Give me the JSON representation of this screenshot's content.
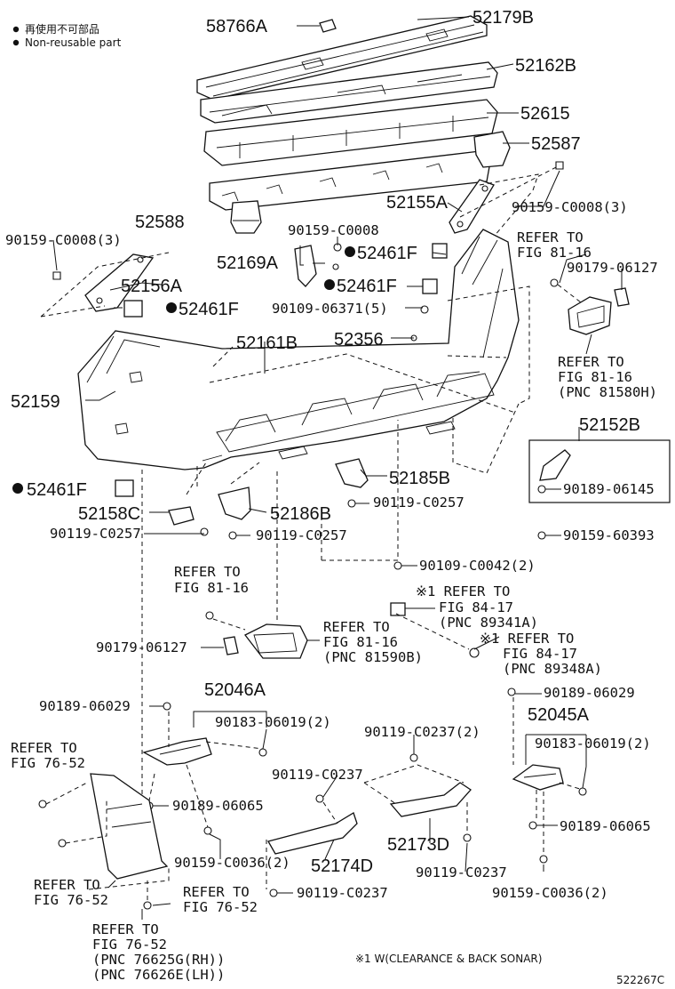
{
  "legend": {
    "line1": "再使用不可部品",
    "line2": "Non-reusable part"
  },
  "labels": {
    "p58766A": "58766A",
    "p52179B": "52179B",
    "p52162B": "52162B",
    "p52615": "52615",
    "p52587": "52587",
    "p52155A": "52155A",
    "p90159_C0008_3_r": "90159-C0008(3)",
    "p52588": "52588",
    "p90159_C0008": "90159-C0008",
    "p90159_C0008_3_l": "90159-C0008(3)",
    "p52169A": "52169A",
    "p52461F_a": "52461F",
    "p52461F_b": "52461F",
    "p52461F_c": "52461F",
    "p52461F_d": "52461F",
    "p52156A": "52156A",
    "p90109_06371_5": "90109-06371(5)",
    "p52356": "52356",
    "p52161B": "52161B",
    "p52159": "52159",
    "p90179_06127_r": "90179-06127",
    "p52152B": "52152B",
    "p90189_06145": "90189-06145",
    "p52185B": "52185B",
    "p90119_C0257_a": "90119-C0257",
    "p52158C": "52158C",
    "p52186B": "52186B",
    "p90119_C0257_b": "90119-C0257",
    "p90119_C0257_c": "90119-C0257",
    "p90159_60393": "90159-60393",
    "p90109_C0042_2": "90109-C0042(2)",
    "p90179_06127_l": "90179-06127",
    "p52046A": "52046A",
    "p90189_06029_l": "90189-06029",
    "p90183_06019_2_l": "90183-06019(2)",
    "p90189_06029_r": "90189-06029",
    "p52045A": "52045A",
    "p90183_06019_2_r": "90183-06019(2)",
    "p90119_C0237_2": "90119-C0237(2)",
    "p90119_C0237_a": "90119-C0237",
    "p90189_06065_l": "90189-06065",
    "p90189_06065_r": "90189-06065",
    "p90159_C0036_2_l": "90159-C0036(2)",
    "p52174D": "52174D",
    "p52173D": "52173D",
    "p90119_C0237_b": "90119-C0237",
    "p90159_C0036_2_r": "90159-C0036(2)",
    "p90119_C0237_c": "90119-C0237",
    "p52615_dummy": ""
  },
  "refs": {
    "r_81_16_top_1": "REFER TO",
    "r_81_16_top_2": "FIG 81-16",
    "r_81_16_mid_1": "REFER TO",
    "r_81_16_mid_2": "FIG 81-16",
    "r_81_16_mid_3": "(PNC 81580H)",
    "r_81_16_left_1": "REFER TO",
    "r_81_16_left_2": "FIG 81-16",
    "r_81_16_lamp_1": "REFER TO",
    "r_81_16_lamp_2": "FIG 81-16",
    "r_81_16_lamp_3": "(PNC 81590B)",
    "r_84_17_a_1": "※1 REFER TO",
    "r_84_17_a_2": "FIG 84-17",
    "r_84_17_a_3": "(PNC 89341A)",
    "r_84_17_b_1": "※1 REFER TO",
    "r_84_17_b_2": "FIG 84-17",
    "r_84_17_b_3": "(PNC 89348A)",
    "r_76_52_a_1": "REFER TO",
    "r_76_52_a_2": "FIG 76-52",
    "r_76_52_b_1": "REFER TO",
    "r_76_52_b_2": "FIG 76-52",
    "r_76_52_c_1": "REFER TO",
    "r_76_52_c_2": "FIG 76-52",
    "r_76_52_d_1": "REFER TO",
    "r_76_52_d_2": "FIG 76-52",
    "r_76_52_d_3": "(PNC 76625G(RH))",
    "r_76_52_d_4": "(PNC 76626E(LH))"
  },
  "footnote": "※1 W(CLEARANCE & BACK SONAR)",
  "diagram_id": "522267C"
}
